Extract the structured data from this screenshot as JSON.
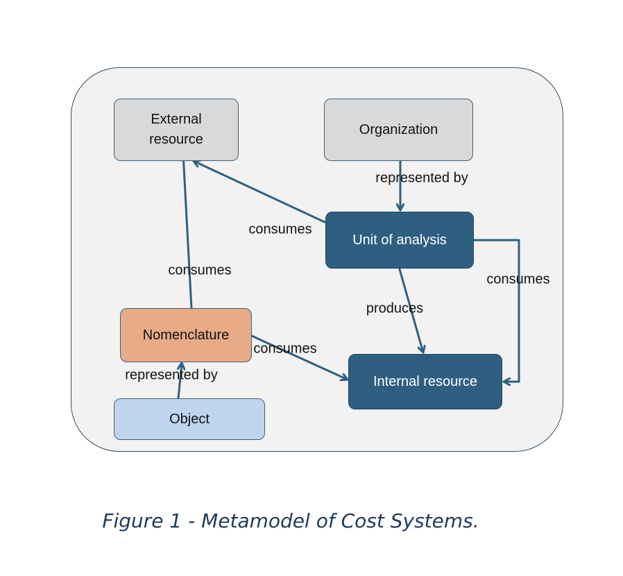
{
  "diagram": {
    "nodes": {
      "external_resource": "External\nresource",
      "organization": "Organization",
      "unit_of_analysis": "Unit of analysis",
      "nomenclature": "Nomenclature",
      "object": "Object",
      "internal_resource": "Internal resource"
    },
    "edges": [
      {
        "from": "Organization",
        "to": "Unit of analysis",
        "label": "represented by"
      },
      {
        "from": "Unit of analysis",
        "to": "External resource",
        "label": "consumes"
      },
      {
        "from": "Nomenclature",
        "to": "External resource",
        "label": "consumes"
      },
      {
        "from": "Unit of analysis",
        "to": "Internal resource",
        "label": "produces"
      },
      {
        "from": "Unit of analysis",
        "to": "Internal resource",
        "label": "consumes"
      },
      {
        "from": "Nomenclature",
        "to": "Internal resource",
        "label": "consumes"
      },
      {
        "from": "Object",
        "to": "Nomenclature",
        "label": "represented by"
      }
    ]
  },
  "caption": "Figure 1 - Metamodel of Cost Systems.",
  "colors": {
    "container_fill": "#f2f2f2",
    "gray_node": "#d9d9d9",
    "dark_node": "#2e5f80",
    "orange_node": "#e8ab87",
    "light_blue_node": "#bfd5ee",
    "edge": "#2e5f80",
    "caption": "#1f3a5a"
  }
}
